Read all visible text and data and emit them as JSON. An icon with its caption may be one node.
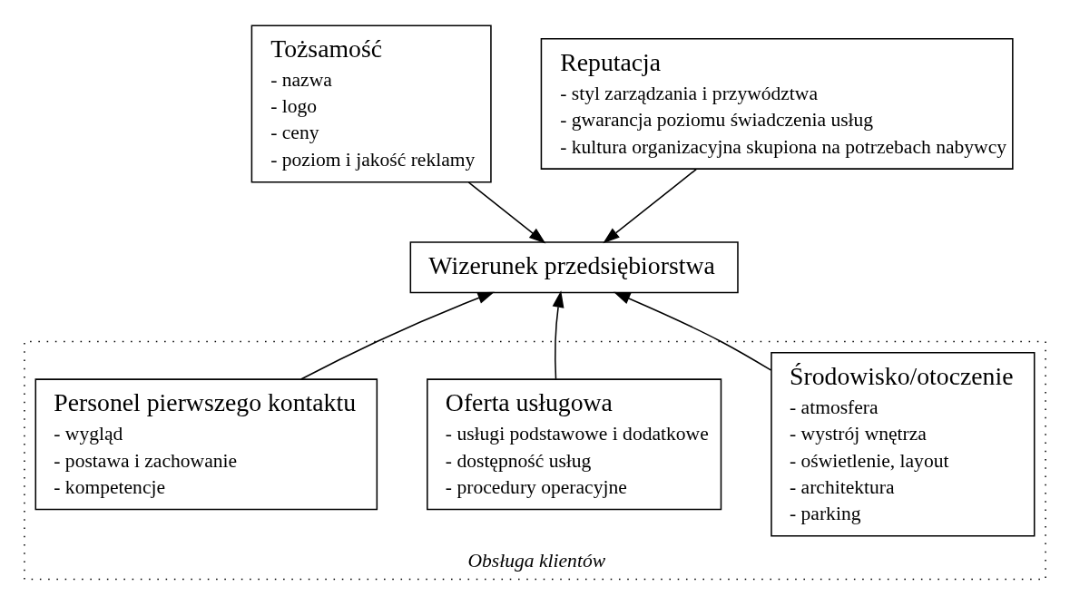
{
  "diagram": {
    "nodes": [
      {
        "text": [
          "Tożsamość",
          "- nazwa",
          "- logo",
          "- ceny",
          "- poziom i jakość reklamy"
        ]
      },
      {
        "text": [
          "Reputacja",
          "- styl zarządzania i przywództwa",
          "- gwarancja poziomu świadczenia usług",
          "- kultura organizacyjna skupiona na potrzebach nabywcy"
        ]
      },
      {
        "text": [
          "Wizerunek przedsiębiorstwa"
        ]
      },
      {
        "text": [
          "Obsługa klientów"
        ]
      },
      {
        "text": [
          "Środowisko/otoczenie",
          "- atmosfera",
          "- wystrój wnętrza",
          "- oświetlenie, layout",
          "- architektura",
          "- parking"
        ],
        "in": 3
      },
      {
        "text": [
          "Oferta usługowa",
          "- usługi podstawowe i dodatkowe",
          "- dostępność usług",
          "- procedury operacyjne"
        ],
        "in": 3
      },
      {
        "text": [
          "Personel pierwszego kontaktu",
          "- wygląd",
          "- postawa i zachowanie",
          "- kompetencje"
        ],
        "in": 3
      }
    ],
    "edges": [
      {
        "from": 0,
        "to": 2,
        "arrow": "to"
      },
      {
        "from": 1,
        "to": 2,
        "arrow": "to"
      },
      {
        "from": 4,
        "to": 2,
        "arrow": "to"
      },
      {
        "from": 5,
        "to": 2,
        "arrow": "to"
      },
      {
        "from": 6,
        "to": 2,
        "arrow": "to"
      }
    ]
  }
}
